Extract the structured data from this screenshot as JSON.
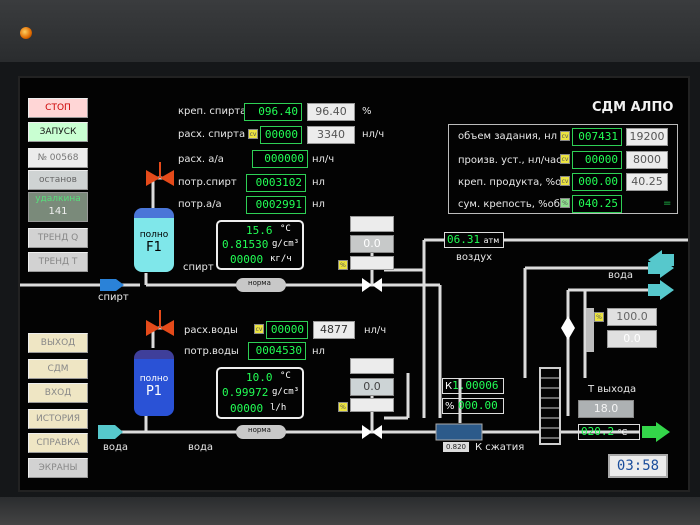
{
  "header": {
    "title": "СДМ АЛПО"
  },
  "buttons_left": [
    {
      "label": "СТОП",
      "style": "red"
    },
    {
      "label": "ЗАПУСК",
      "style": "green"
    },
    {
      "label": "№   00568",
      "style": "plain"
    },
    {
      "label": "останов",
      "style": "plain"
    },
    {
      "label": "ТРЕНД Q",
      "style": "plain"
    },
    {
      "label": "ТРЕНД Т",
      "style": "plain"
    },
    {
      "label": "ВЫХОД",
      "style": "tan"
    },
    {
      "label": "СДМ",
      "style": "tan"
    },
    {
      "label": "ВХОД",
      "style": "tan"
    },
    {
      "label": "ИСТОРИЯ",
      "style": "tan"
    },
    {
      "label": "СПРАВКА",
      "style": "tan"
    },
    {
      "label": "ЭКРАНЫ",
      "style": "plain"
    }
  ],
  "delay": {
    "label": "удалкина",
    "value": "141"
  },
  "top_fields": {
    "krep_spirta": {
      "label": "креп. спирта",
      "value": "096.40",
      "setpoint": "96.40",
      "unit": "%"
    },
    "rash_spirta": {
      "label": "расх. спирта",
      "value": "00000",
      "setpoint": "3340",
      "unit": "нл/ч"
    },
    "rash_aa": {
      "label": "расх. а/а",
      "value": "000000",
      "unit": "нл/ч"
    },
    "potr_spirt": {
      "label": "потр.спирт",
      "value": "0003102",
      "unit": "нл"
    },
    "potr_aa": {
      "label": "потр.а/а",
      "value": "0002991",
      "unit": "нл"
    }
  },
  "right_panel": {
    "rows": [
      {
        "label": "объем задания, нл",
        "value": "007431",
        "setpoint": "19200"
      },
      {
        "label": "произв. уст., нл/час",
        "value": "00000",
        "setpoint": "8000"
      },
      {
        "label": "креп. продукта, %об",
        "value": "000.00",
        "setpoint": "40.25"
      },
      {
        "label": "сум. крепость, %об",
        "value": "040.25"
      }
    ],
    "marker": "="
  },
  "tank_f1": {
    "status": "полно",
    "name": "F1",
    "inlet_label": "спирт",
    "outlet_label": "спирт",
    "temperature": "15.6",
    "temperature_unit": "°C",
    "density": "0.81530",
    "density_unit": "g/cm³",
    "flow": "00000",
    "flow_unit": "кг/ч",
    "meter_label": "норма"
  },
  "tank_p1": {
    "status": "полно",
    "name": "P1",
    "inlet_label": "вода",
    "outlet_label": "вода",
    "temperature": "10.0",
    "temperature_unit": "°C",
    "density": "0.99972",
    "density_unit": "g/cm³",
    "flow": "00000",
    "flow_unit": "l/h",
    "meter_label": "норма"
  },
  "water_fields": {
    "rash_vody": {
      "label": "расх.воды",
      "value": "00000",
      "setpoint": "4877",
      "unit": "нл/ч"
    },
    "potr_vody": {
      "label": "потр.воды",
      "value": "0004530",
      "unit": "нл"
    }
  },
  "valves": {
    "v1_value": "0.0",
    "v2_value": "0.0"
  },
  "air": {
    "value": "06.31",
    "unit": "атм",
    "label": "воздух"
  },
  "compression": {
    "k_value": "1.00006",
    "k_prefix": "К",
    "pct_value": "000.00",
    "pct_prefix": "%",
    "mixer_value": "0.820",
    "label": "К сжатия"
  },
  "cooling": {
    "water_label": "вода",
    "valve_value": "100.0",
    "valve_sp": "0.0",
    "t_out_label": "Т выхода",
    "t_out_setpoint": "18.0",
    "t_out_value": "020.2",
    "t_out_unit": "°C"
  },
  "clock": {
    "hours": "03",
    "minutes": "58"
  },
  "colors": {
    "green_value": "#22ff55",
    "accent_yellow": "#ece440",
    "tank_f1": "#7fe7ea",
    "tank_p1": "#2a52d6"
  }
}
